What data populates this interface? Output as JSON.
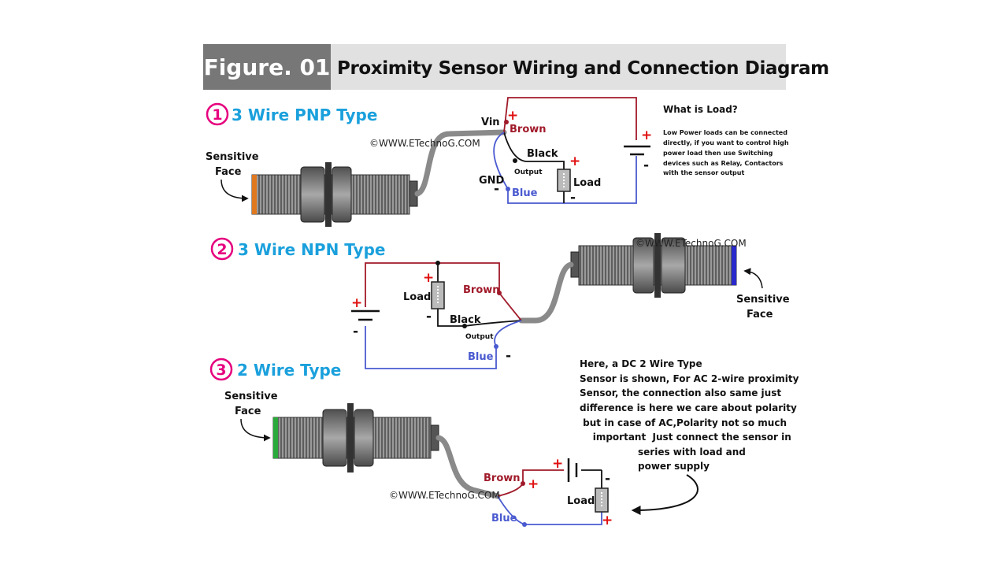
{
  "header": {
    "tag": "Figure. 01",
    "title": "Proximity Sensor Wiring and Connection Diagram"
  },
  "colors": {
    "magenta": "#e6007e",
    "cyan": "#1aa0dc",
    "brown_wire": "#a01a2a",
    "blue_wire": "#4a5ad0",
    "red_sign": "#e01010"
  },
  "watermark": "©WWW.ETechnoG.COM",
  "sections": [
    {
      "number": "1",
      "title": "3 Wire PNP Type"
    },
    {
      "number": "2",
      "title": "3 Wire NPN Type"
    },
    {
      "number": "3",
      "title": "2 Wire Type"
    }
  ],
  "labels": {
    "sensitive": "Sensitive",
    "face": "Face",
    "vin": "Vin",
    "gnd": "GND",
    "brown": "Brown",
    "black": "Black",
    "blue": "Blue",
    "output": "Output",
    "load": "Load",
    "plus": "+",
    "minus": "-"
  },
  "load_note": {
    "heading": "What is Load?",
    "lines": [
      "Low Power loads can be connected",
      "directly, if you want to control high",
      "power load then use Switching",
      "devices such as Relay, Contactors",
      "with the sensor output"
    ]
  },
  "two_wire_note": {
    "lines": [
      "Here, a DC 2 Wire Type",
      "Sensor is shown, For AC 2-wire proximity",
      "Sensor, the connection also same just",
      "difference is here we care about polarity",
      " but in case of AC,Polarity not so much",
      "    important  Just connect the sensor in",
      "series with load and",
      "power supply"
    ]
  }
}
